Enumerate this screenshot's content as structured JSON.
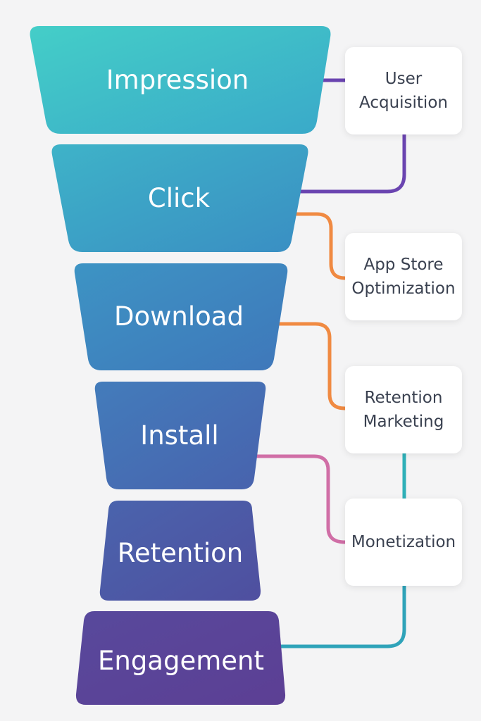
{
  "stages": [
    {
      "label": "Impression"
    },
    {
      "label": "Click"
    },
    {
      "label": "Download"
    },
    {
      "label": "Install"
    },
    {
      "label": "Retention"
    },
    {
      "label": "Engagement"
    }
  ],
  "boxes": [
    {
      "line1": "User",
      "line2": "Acquisition"
    },
    {
      "line1": "App Store",
      "line2": "Optimization"
    },
    {
      "line1": "Retention",
      "line2": "Marketing"
    },
    {
      "line1": "Monetization",
      "line2": ""
    }
  ],
  "colors": {
    "background": "#f4f4f5",
    "stage_impression": "#3fc1c4",
    "stage_click": "#3b9fc6",
    "stage_download": "#3d86c0",
    "stage_install": "#456db4",
    "stage_retention": "#4c5aa6",
    "stage_engagement": "#5a4598",
    "connector_user_acquisition": "#6a44b0",
    "connector_app_store_optimization": "#f08a42",
    "connector_retention_marketing": "#f08a42",
    "connector_monetization": "#d06ea6",
    "connector_retention_marketing_to_monetization": "#2fb0b8",
    "connector_engagement": "#2fa3b9",
    "box_text": "#3a4150"
  }
}
